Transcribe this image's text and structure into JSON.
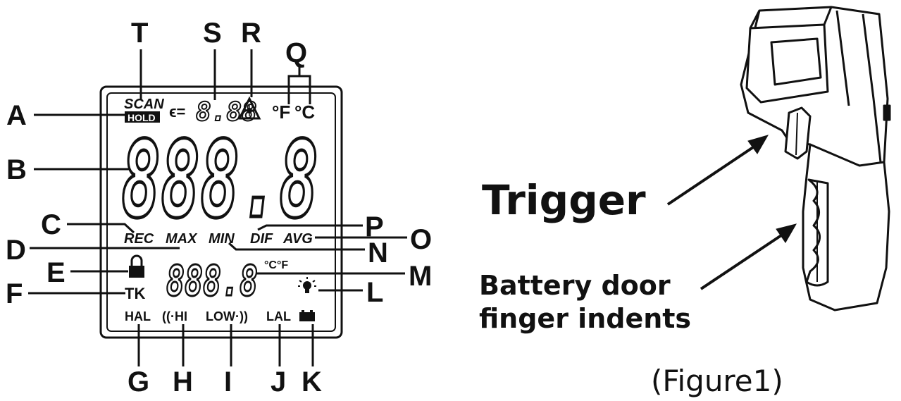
{
  "lcd": {
    "scan": "SCAN",
    "hold": "HOLD",
    "emissivity_symbol": "ϵ=",
    "emissivity_digits": "8.88",
    "unit_f": "°F",
    "unit_c": "°C",
    "main_digits": "888.8",
    "rec": "REC",
    "max": "MAX",
    "min": "MIN",
    "dif": "DIF",
    "avg": "AVG",
    "tk": "TK",
    "secondary_digits": "888.8",
    "secondary_units": "°C°F",
    "hal": "HAL",
    "hi": "((·HI",
    "low": "LOW·))",
    "lal": "LAL"
  },
  "callouts": {
    "A": "A",
    "B": "B",
    "C": "C",
    "D": "D",
    "E": "E",
    "F": "F",
    "G": "G",
    "H": "H",
    "I": "I",
    "J": "J",
    "K": "K",
    "L": "L",
    "M": "M",
    "N": "N",
    "O": "O",
    "P": "P",
    "Q": "Q",
    "R": "R",
    "S": "S",
    "T": "T"
  },
  "device": {
    "trigger_label": "Trigger",
    "battery_line1": "Battery door",
    "battery_line2": "finger indents",
    "figure_caption": "(Figure1)"
  },
  "icons": [
    "laser-warning-icon",
    "lock-icon",
    "backlight-bulb-icon",
    "battery-icon"
  ]
}
